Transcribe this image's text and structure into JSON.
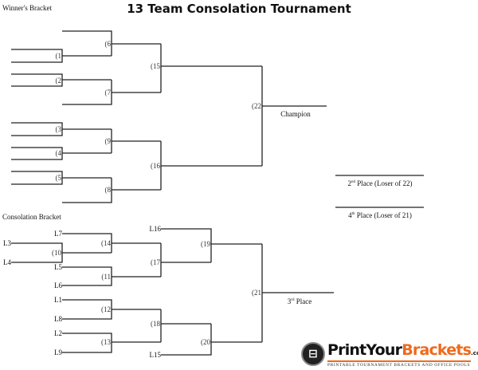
{
  "title": "13 Team Consolation Tournament",
  "winners_label": "Winner's Bracket",
  "consolation_label": "Consolation Bracket",
  "games": {
    "g1": "(1",
    "g2": "(2",
    "g3": "(3",
    "g4": "(4",
    "g5": "(5",
    "g6": "(6",
    "g7": "(7",
    "g8": "(8",
    "g9": "(9",
    "g10": "(10",
    "g11": "(11",
    "g12": "(12",
    "g13": "(13",
    "g14": "(14",
    "g15": "(15",
    "g16": "(16",
    "g17": "(17",
    "g18": "(18",
    "g19": "(19",
    "g20": "(20",
    "g21": "(21",
    "g22": "(22"
  },
  "losers": {
    "L1": "L1",
    "L2": "L2",
    "L3": "L3",
    "L4": "L4",
    "L5": "L5",
    "L6": "L6",
    "L7": "L7",
    "L8": "L8",
    "L9": "L9",
    "L15": "L15",
    "L16": "L16"
  },
  "champion": "Champion",
  "second": {
    "num": "2",
    "sup": "nd",
    "text": " Place (Loser of 22)"
  },
  "fourth": {
    "num": "4",
    "sup": "th",
    "text": " Place (Loser of 21)"
  },
  "third": {
    "num": "3",
    "sup": "rd",
    "text": " Place"
  },
  "logo": {
    "part1": "PrintYour",
    "part2": "Brackets",
    "suffix": ".com",
    "tagline": "PRINTABLE TOURNAMENT BRACKETS AND OFFICE POOLS",
    "brand_color": "#ee6a1c"
  }
}
